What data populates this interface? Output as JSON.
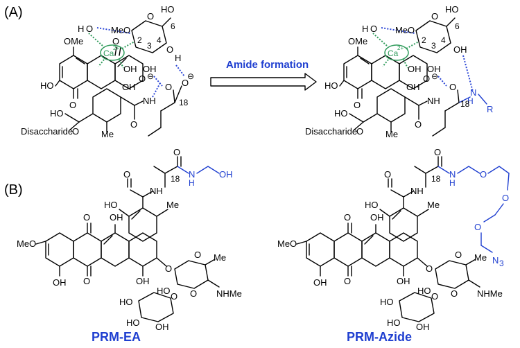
{
  "panels": {
    "a_label": "(A)",
    "b_label": "(B)"
  },
  "reaction": {
    "arrow_label": "Amide formation"
  },
  "atoms": {
    "ca": "Ca",
    "ca_charge": "2+",
    "ome": "OMe",
    "meo": "MeO",
    "ho": "HO",
    "oh": "OH",
    "o": "O",
    "h": "H",
    "n": "N",
    "nh": "NH",
    "nhme": "NHMe",
    "me": "Me",
    "r": "R",
    "n3": "N",
    "n3_sub": "3",
    "minus": "⊖",
    "disaccharide": "Disaccharide",
    "c6": "6",
    "c2": "2",
    "c3": "3",
    "c4": "4",
    "c18": "18"
  },
  "compounds": {
    "left": "PRM-EA",
    "right": "PRM-Azide"
  },
  "colors": {
    "accent_blue": "#1f3fd0",
    "calcium_green": "#2e9a5a"
  }
}
